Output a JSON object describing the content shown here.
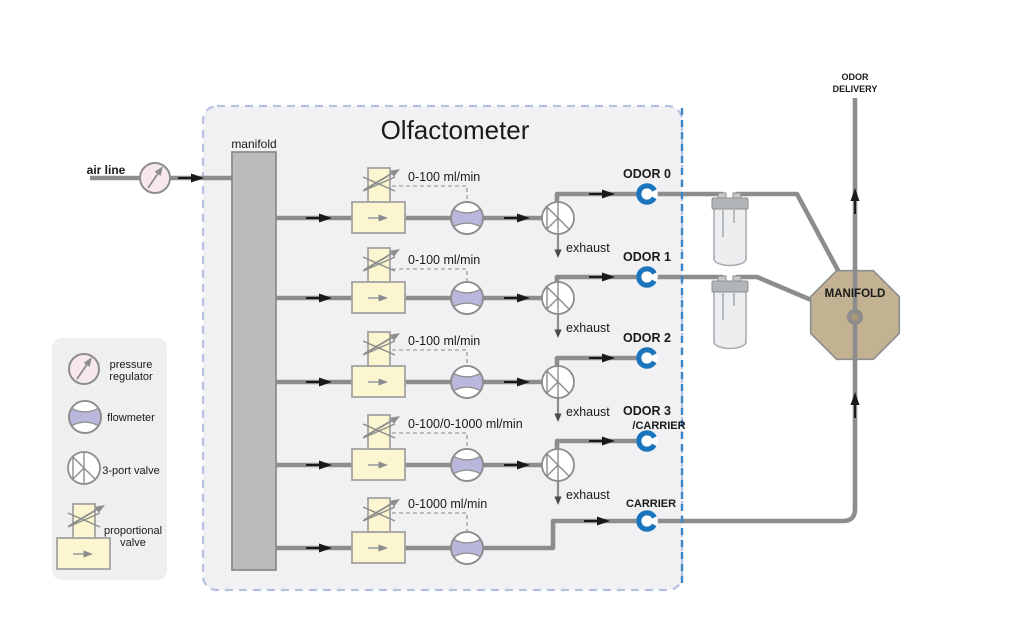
{
  "title": "Olfactometer",
  "air_line": "air line",
  "manifold_bar": "manifold",
  "channels": [
    {
      "name": "ODOR 0",
      "flow": "0-100 ml/min",
      "exhaust": "exhaust"
    },
    {
      "name": "ODOR 1",
      "flow": "0-100 ml/min",
      "exhaust": "exhaust"
    },
    {
      "name": "ODOR 2",
      "flow": "0-100 ml/min",
      "exhaust": "exhaust"
    },
    {
      "name": "ODOR 3",
      "subname": "/CARRIER",
      "flow": "0-100/0-1000 ml/min",
      "exhaust": "exhaust"
    },
    {
      "name": "CARRIER",
      "flow": "0-1000 ml/min"
    }
  ],
  "delivery": {
    "manifold": "MANIFOLD",
    "line1": "ODOR",
    "line2": "DELIVERY"
  },
  "legend": {
    "pressure_regulator_1": "pressure",
    "pressure_regulator_2": "regulator",
    "flowmeter": "flowmeter",
    "three_port_valve": "3-port valve",
    "proportional_1": "proportional",
    "proportional_2": "valve"
  },
  "colors": {
    "accent_blue": "#1b75bc",
    "pipe_gray": "#8d8d8d",
    "valve_yellow": "#fbf6cf",
    "flowmeter_lavender": "#b9b7dc",
    "regulator_pink": "#f7e8f0",
    "manifold_tan": "#c3b292",
    "box_fill": "#f1f1f4",
    "boundary_blue": "#3c85c6"
  }
}
